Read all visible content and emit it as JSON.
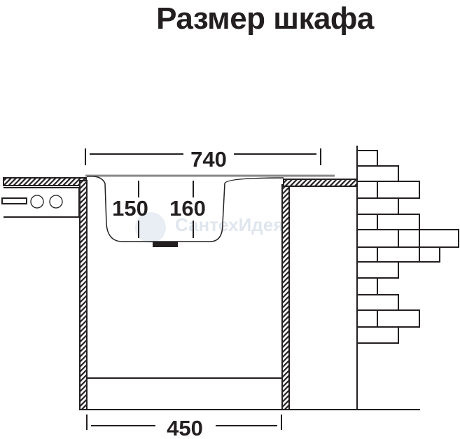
{
  "title": "Размер шкафа",
  "dimensions": {
    "sink_width": "740",
    "bowl_depth_left": "150",
    "bowl_depth_right": "160",
    "cabinet_width": "450"
  },
  "watermark": "СантехИдея",
  "colors": {
    "line": "#231f20",
    "watermark": "#dfe6ee"
  }
}
